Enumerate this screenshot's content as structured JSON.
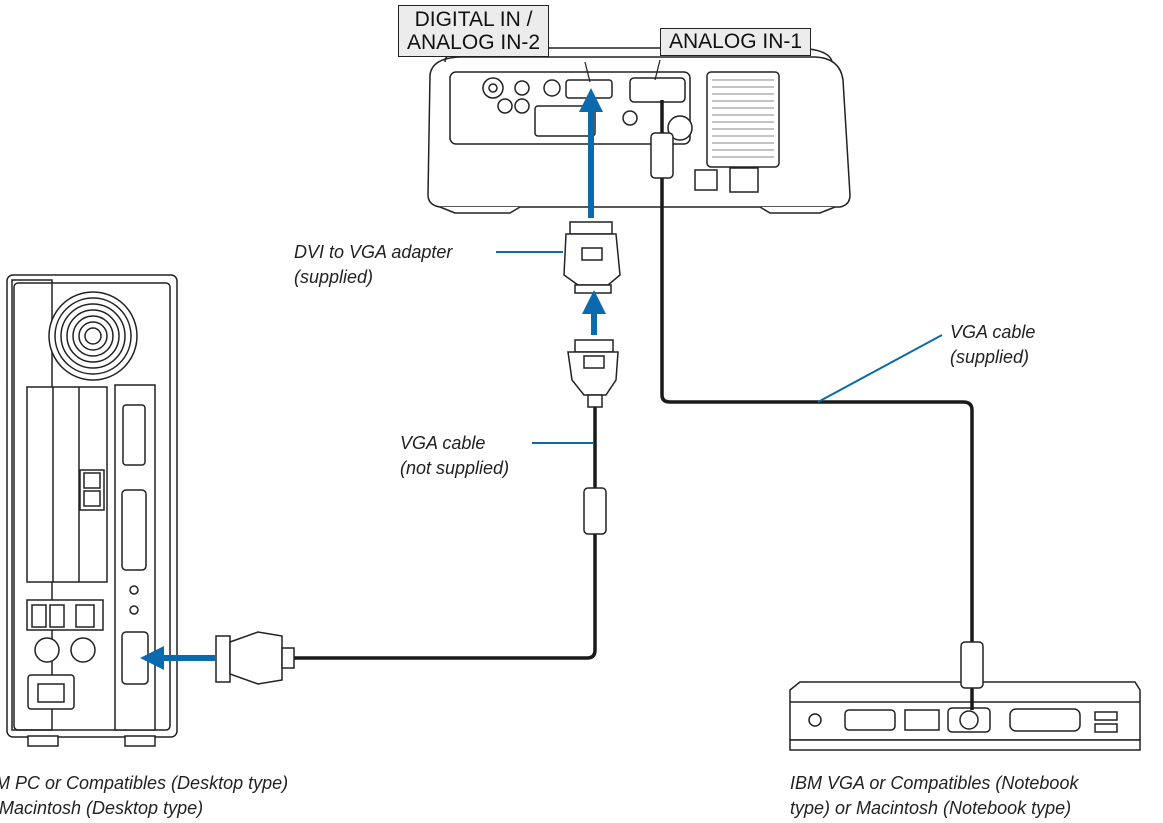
{
  "ports": {
    "digital_line1": "DIGITAL IN /",
    "digital_line2": "ANALOG IN-2",
    "analog": "ANALOG IN-1"
  },
  "callouts": {
    "dvi_line1": "DVI to VGA adapter",
    "dvi_line2": "(supplied)",
    "vga_ns_line1": "VGA cable",
    "vga_ns_line2": "(not supplied)",
    "vga_s_line1": "VGA cable",
    "vga_s_line2": "(supplied)"
  },
  "captions": {
    "desktop_line1": "IBM PC or Compatibles (Desktop type)",
    "desktop_line2": "or Macintosh (Desktop type)",
    "notebook_line1": "IBM VGA or Compatibles (Notebook",
    "notebook_line2": "type) or Macintosh (Notebook type)"
  },
  "colors": {
    "arrow": "#0a6aad",
    "cable": "#1a1a1a",
    "leader": "#0a6aad"
  }
}
